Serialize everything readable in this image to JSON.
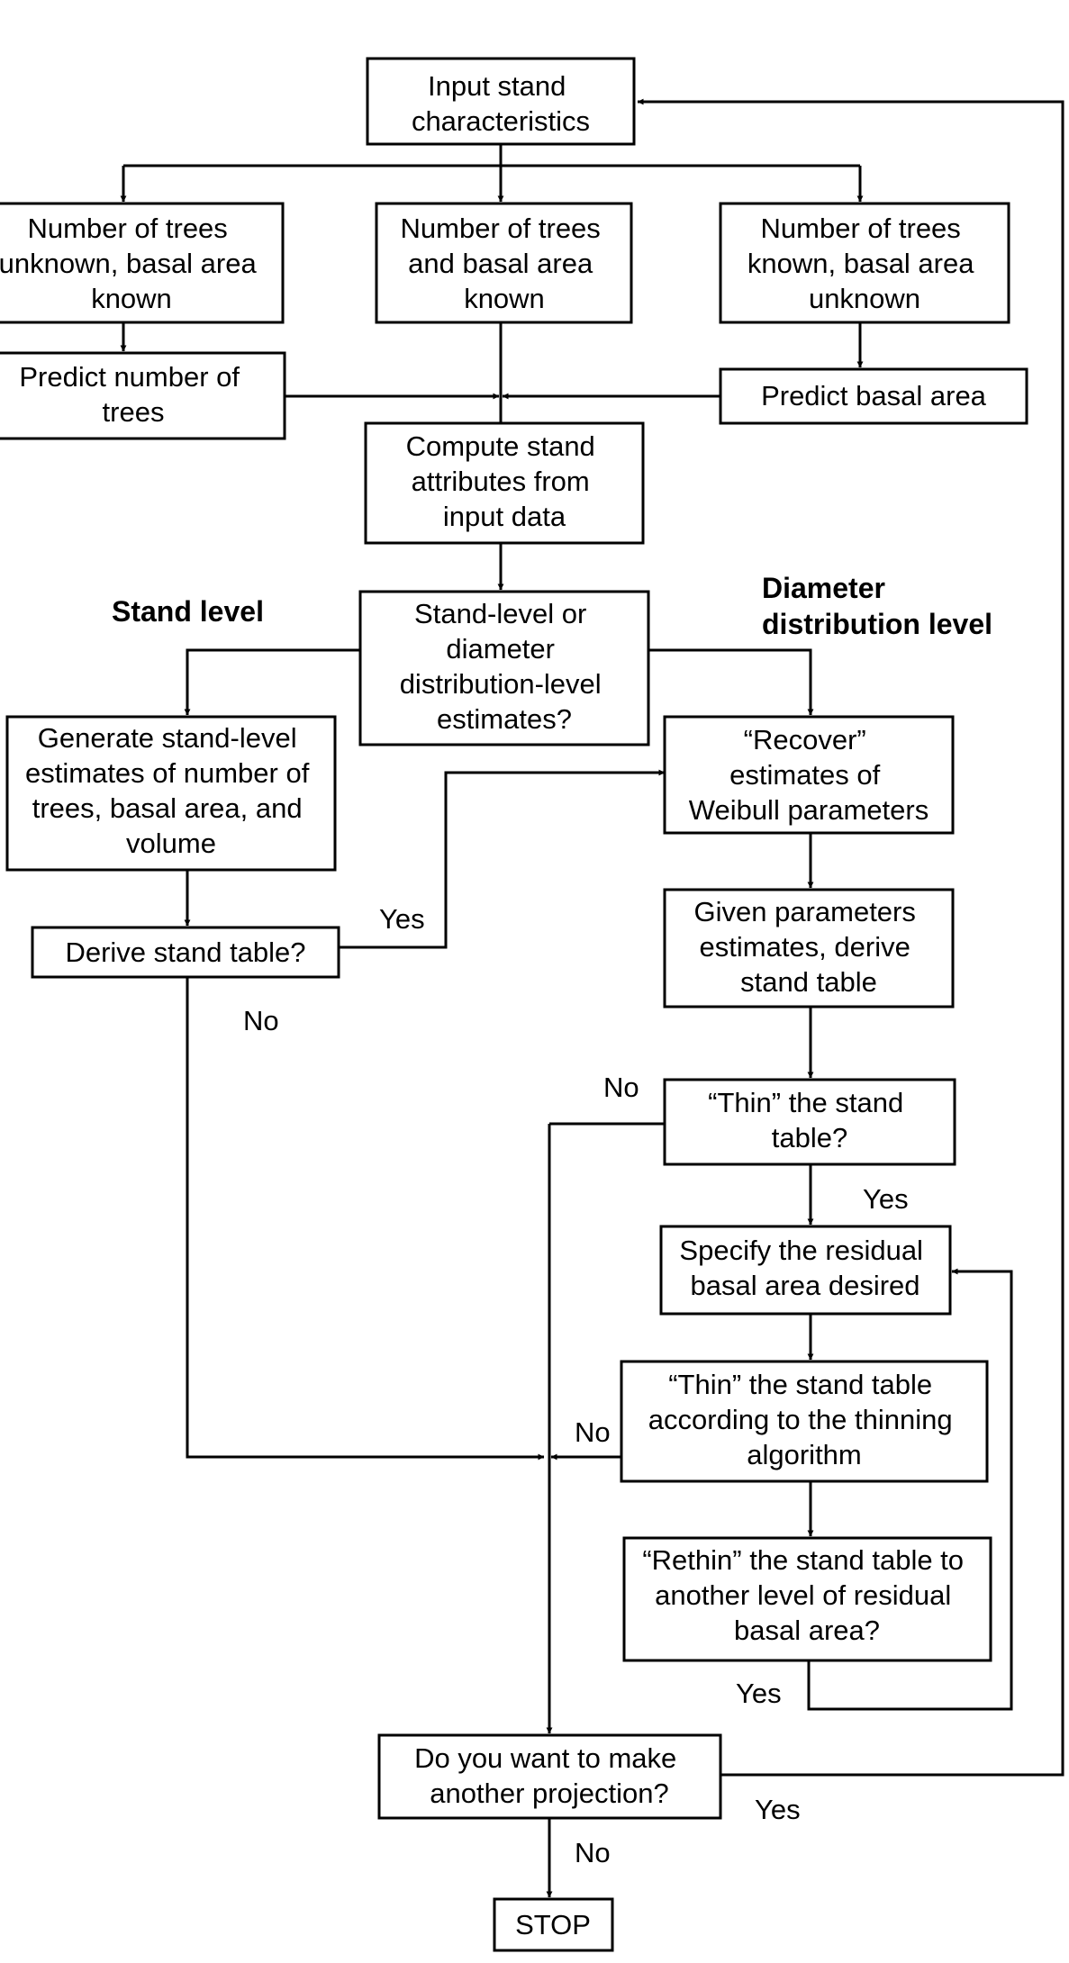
{
  "diagram": {
    "nodes": {
      "input": [
        "Input stand",
        "characteristics"
      ],
      "left_unknown": [
        "Number of trees",
        "unknown, basal area",
        "known"
      ],
      "mid_known": [
        "Number of trees",
        "and basal area",
        "known"
      ],
      "right_known": [
        "Number of trees",
        "known, basal area",
        "unknown"
      ],
      "predict_trees": [
        "Predict number of",
        "trees"
      ],
      "predict_ba": [
        "Predict basal area"
      ],
      "compute": [
        "Compute stand",
        "attributes from",
        "input data"
      ],
      "choice": [
        "Stand-level or",
        "diameter",
        "distribution-level",
        "estimates?"
      ],
      "generate": [
        "Generate stand-level",
        "estimates of number of",
        "trees, basal area, and",
        "volume"
      ],
      "recover": [
        "“Recover”",
        "estimates of",
        "Weibull parameters"
      ],
      "derive_q": [
        "Derive stand table?"
      ],
      "given": [
        "Given parameters",
        "estimates, derive",
        "stand table"
      ],
      "thin_q": [
        "“Thin” the stand",
        "table?"
      ],
      "specify": [
        "Specify the residual",
        "basal area desired"
      ],
      "thin_alg": [
        "“Thin” the stand table",
        "according to the thinning",
        "algorithm"
      ],
      "rethin": [
        "“Rethin” the stand table to",
        "another level of residual",
        "basal area?"
      ],
      "another": [
        "Do you want to make",
        "another projection?"
      ],
      "stop": [
        "STOP"
      ]
    },
    "headers": {
      "stand_level": "Stand level",
      "diameter_level": [
        "Diameter",
        "distribution level"
      ]
    },
    "edge_labels": {
      "derive_yes": "Yes",
      "derive_no": "No",
      "thin_no": "No",
      "thin_yes": "Yes",
      "thinalg_no": "No",
      "rethin_yes": "Yes",
      "another_yes": "Yes",
      "another_no": "No"
    }
  }
}
